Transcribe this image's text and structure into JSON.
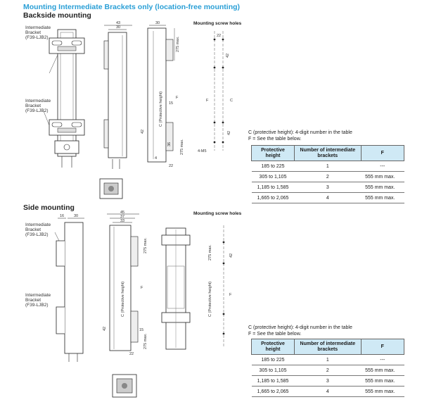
{
  "page_title": "Mounting Intermediate Brackets only (location-free mounting)",
  "backside": {
    "title": "Backside mounting",
    "bracket_label_top": [
      "Intermediate",
      "Bracket",
      "(F39-LJB2)"
    ],
    "bracket_label_bottom": [
      "Intermediate",
      "Bracket",
      "(F39-LJB2)"
    ],
    "screw_holes_title": "Mounting screw holes",
    "dims": {
      "d43": "43",
      "d30a": "30",
      "d30b": "30",
      "d22a": "22",
      "d42a": "42",
      "d42b": "42",
      "d275a": "275 max.",
      "d275b": "275 max.",
      "d15": "15",
      "d36": "36",
      "d4": "4",
      "d22b": "22",
      "d42c": "42",
      "d4m5": "4-M5",
      "c_label": "C (Protective height)",
      "f_a": "F",
      "f_b": "F",
      "c_b": "C"
    },
    "note_line1": "C (protective height): 4-digit number in the table",
    "note_line2": "F = See the table below."
  },
  "side": {
    "title": "Side mounting",
    "bracket_label_top": [
      "Intermediate",
      "Bracket",
      "(F39-LJB2)"
    ],
    "bracket_label_bottom": [
      "Intermediate",
      "Bracket",
      "(F39-LJB2)"
    ],
    "screw_holes_title": "Mounting screw holes",
    "dims": {
      "d16": "16",
      "d30": "30",
      "d45": "45",
      "d37": "37",
      "d33": "33",
      "d275a": "275 max.",
      "d275b": "275 max.",
      "d275c": "275 max.",
      "d42a": "42",
      "d42b": "42",
      "d22": "22",
      "d15": "15",
      "c_label": "C (Protective height)",
      "c2_label": "C (Protective height)",
      "f_a": "F",
      "f_b": "F"
    },
    "note_line1": "C (protective height): 4-digit number in the table",
    "note_line2": "F = See the table below."
  },
  "table": {
    "headers": [
      "Protective height",
      "Number of intermediate brackets",
      "F"
    ],
    "rows": [
      [
        "185 to 225",
        "1",
        "---"
      ],
      [
        "305 to 1,105",
        "2",
        "555 mm max."
      ],
      [
        "1,185 to 1,585",
        "3",
        "555 mm max."
      ],
      [
        "1,665 to 2,065",
        "4",
        "555 mm max."
      ]
    ]
  }
}
